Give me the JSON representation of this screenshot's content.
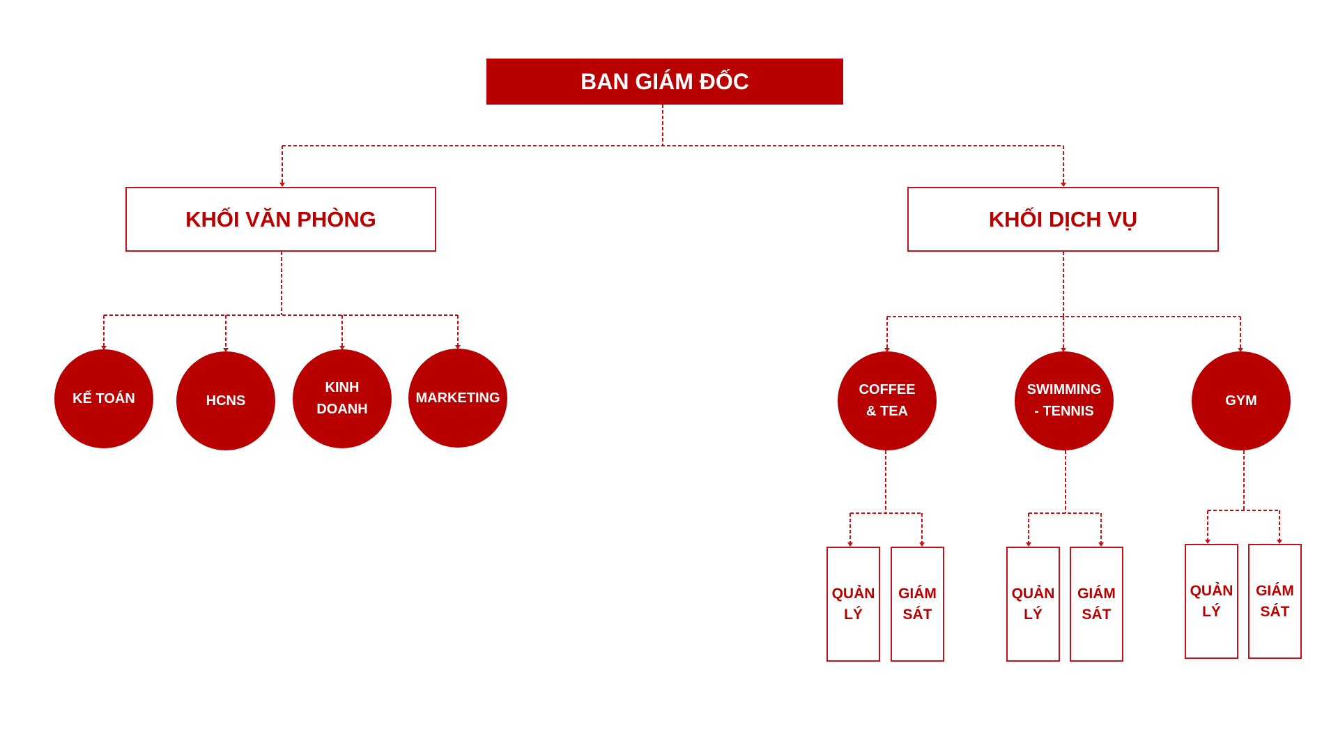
{
  "colors": {
    "primary": "#b80000"
  },
  "root": {
    "label": "BAN GIÁM ĐỐC"
  },
  "blocks": [
    {
      "label": "KHỐI VĂN PHÒNG",
      "departments": [
        {
          "line1": "KẾ TOÁN",
          "line2": ""
        },
        {
          "line1": "HCNS",
          "line2": ""
        },
        {
          "line1": "KINH",
          "line2": "DOANH"
        },
        {
          "line1": "MARKETING",
          "line2": ""
        }
      ]
    },
    {
      "label": "KHỐI DỊCH VỤ",
      "departments": [
        {
          "line1": "COFFEE",
          "line2": "& TEA",
          "roles": [
            {
              "line1": "QUẢN",
              "line2": "LÝ"
            },
            {
              "line1": "GIÁM",
              "line2": "SÁT"
            }
          ]
        },
        {
          "line1": "SWIMMING",
          "line2": "- TENNIS",
          "roles": [
            {
              "line1": "QUẢN",
              "line2": "LÝ"
            },
            {
              "line1": "GIÁM",
              "line2": "SÁT"
            }
          ]
        },
        {
          "line1": "GYM",
          "line2": "",
          "roles": [
            {
              "line1": "QUẢN",
              "line2": "LÝ"
            },
            {
              "line1": "GIÁM",
              "line2": "SÁT"
            }
          ]
        }
      ]
    }
  ]
}
